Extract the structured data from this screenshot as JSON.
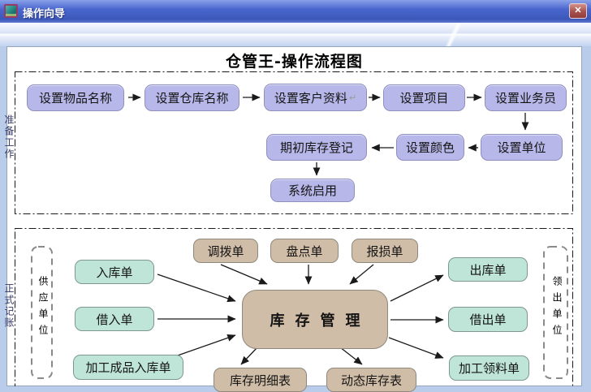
{
  "window": {
    "title": "操作向导"
  },
  "icons": {
    "close": "✕"
  },
  "colors": {
    "titlebar_blue": "#4a67cf",
    "close_button_red": "#a84f4b",
    "purple_box": "#b7b7ea",
    "tan_box": "#d0bda7",
    "teal_box": "#bfe5d9",
    "window_background": "#b9cdeb"
  },
  "flowchart": {
    "title": "仓管王-操作流程图",
    "prep": {
      "section_label": "准备工作",
      "return_mark": "↵",
      "boxes": {
        "item_name": "设置物品名称",
        "warehouse_name": "设置仓库名称",
        "customer_info": "设置客户资料",
        "project": "设置项目",
        "salesman": "设置业务员",
        "initial_inventory": "期初库存登记",
        "set_color": "设置颜色",
        "set_unit": "设置单位",
        "system_start": "系统启用"
      }
    },
    "formal": {
      "section_label": "正式记账",
      "supplier_label": "供应单位",
      "receiver_label": "领出单位",
      "boxes": {
        "transfer": "调拨单",
        "stocktake": "盘点单",
        "damage": "报损单",
        "inbound": "入库单",
        "borrow_in": "借入单",
        "finished_inbound": "加工成品入库单",
        "inventory_mgmt": "库存管理",
        "outbound": "出库单",
        "lend_out": "借出单",
        "material_requisition": "加工领料单",
        "inventory_detail": "库存明细表",
        "dynamic_inventory": "动态库存表"
      }
    }
  }
}
